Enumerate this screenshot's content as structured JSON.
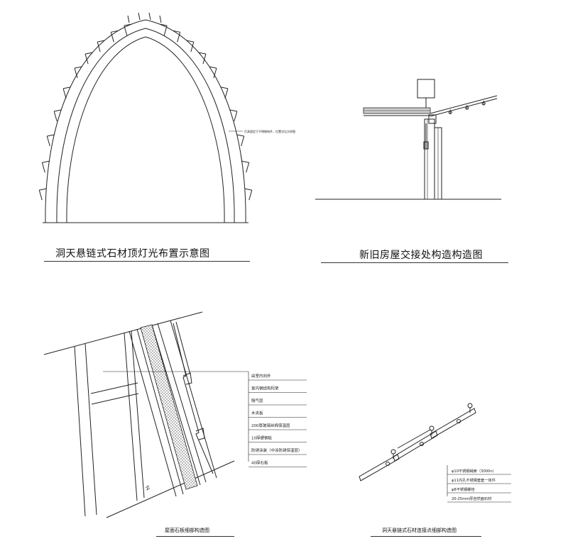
{
  "panels": {
    "arch": {
      "caption": "洞天悬链式石材顶灯光布置示意图",
      "note": "灯具固定于不锈钢构件，位置详见大样图"
    },
    "junction": {
      "caption": "新旧房屋交接处构造构造图"
    },
    "roof": {
      "caption": "屋面石板细部构造图",
      "layers": [
        "由室内向外",
        "室内钢结构桁架",
        "隔气层",
        "木夹板",
        "200厚玻璃丝棉保温层",
        "10厚硬钢板",
        "防锈涂装（中涂防锈保温层）",
        "40厚石板"
      ]
    },
    "connection": {
      "caption": "洞天悬链式石材连接点细部构造图",
      "layers": [
        "φ10不锈钢绳索（3000n）",
        "φ11内孔不锈钢套套一体件",
        "φ8不锈钢螺栓",
        "20-25mm厚自然面石材"
      ]
    }
  }
}
